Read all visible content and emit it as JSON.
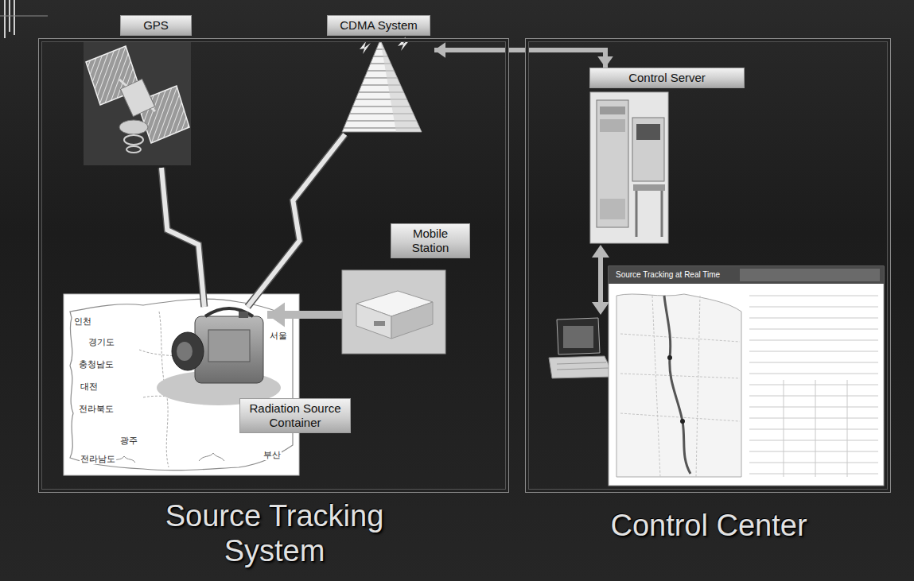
{
  "diagram": {
    "nodes": [
      {
        "text": [
          "Source Tracking System"
        ]
      },
      {
        "text": [
          "GPS"
        ],
        "in": 0
      },
      {
        "text": [
          "CDMA System"
        ],
        "in": 0
      },
      {
        "text": [
          "Mobile Station"
        ],
        "in": 0
      },
      {
        "text": [
          "Radiation Source Container"
        ],
        "in": 0
      },
      {
        "text": [
          "Control Center"
        ]
      },
      {
        "text": [
          "Control Server"
        ],
        "in": 5
      }
    ],
    "edges": [
      {
        "from": 1,
        "to": 4,
        "arrow": "none"
      },
      {
        "from": 2,
        "to": 4,
        "arrow": "none"
      },
      {
        "from": 3,
        "to": 4,
        "arrow": "to"
      },
      {
        "from": 2,
        "to": 6,
        "arrow": "both"
      }
    ],
    "labels": [
      "서울",
      "인천",
      "경기도",
      "충청남도",
      "대전",
      "전라북도",
      "광주",
      "전라남도",
      "부산",
      "Source Tracking at Real Time"
    ]
  }
}
